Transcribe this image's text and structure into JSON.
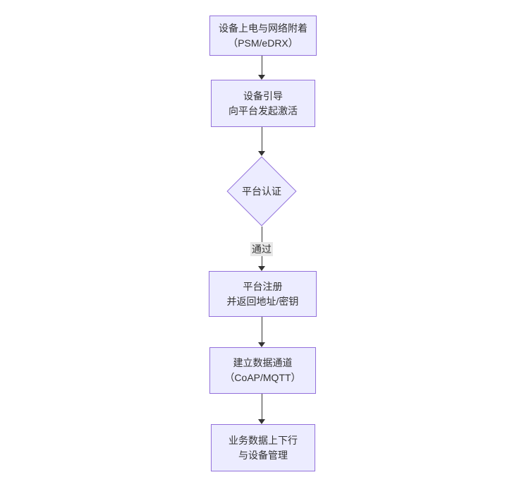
{
  "diagram": {
    "type": "flowchart",
    "direction": "top-down",
    "nodes": {
      "power_attach": {
        "line1": "设备上电与网络附着",
        "line2": "（PSM/eDRX）"
      },
      "bootstrap": {
        "line1": "设备引导",
        "line2": "向平台发起激活"
      },
      "auth": {
        "label": "平台认证"
      },
      "register": {
        "line1": "平台注册",
        "line2": "并返回地址/密钥"
      },
      "channel": {
        "line1": "建立数据通道",
        "line2": "（CoAP/MQTT）"
      },
      "business": {
        "line1": "业务数据上下行",
        "line2": "与设备管理"
      }
    },
    "edges": {
      "auth_pass_label": "通过"
    },
    "colors": {
      "node_fill": "#ECECFF",
      "node_border": "#9370DB",
      "edge": "#333333",
      "edge_label_bg": "#e8e8e8",
      "text": "#333333"
    }
  }
}
